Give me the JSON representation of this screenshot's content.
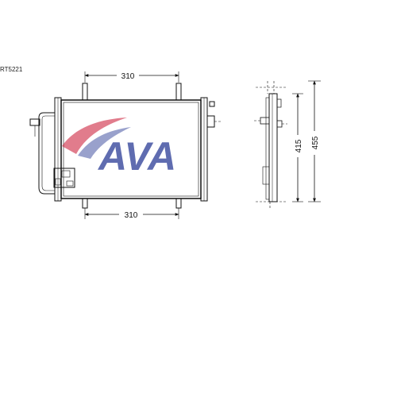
{
  "part_number": "RT5221",
  "brand": {
    "name": "AVA",
    "color": "#1c2f8f",
    "swoosh_color": "#c8102e"
  },
  "dimensions": {
    "top_width": "310",
    "bottom_width": "310",
    "side_height_inner": "415",
    "side_height_outer": "455"
  }
}
